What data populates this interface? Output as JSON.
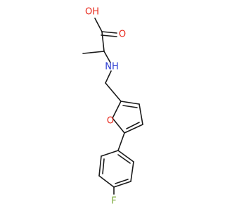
{
  "molecule": {
    "atoms": {
      "carboxyl_oh": {
        "label": "OH"
      },
      "carbonyl_o": {
        "label": "O"
      },
      "amine_nh": {
        "label": "NH"
      },
      "furan_o": {
        "label": "O"
      },
      "fluorine": {
        "label": "F"
      }
    }
  },
  "colors": {
    "oxygen": "#e8271a",
    "nitrogen": "#2b3cd1",
    "fluorine": "#7aa83a",
    "bond": "#1a1a1a"
  }
}
